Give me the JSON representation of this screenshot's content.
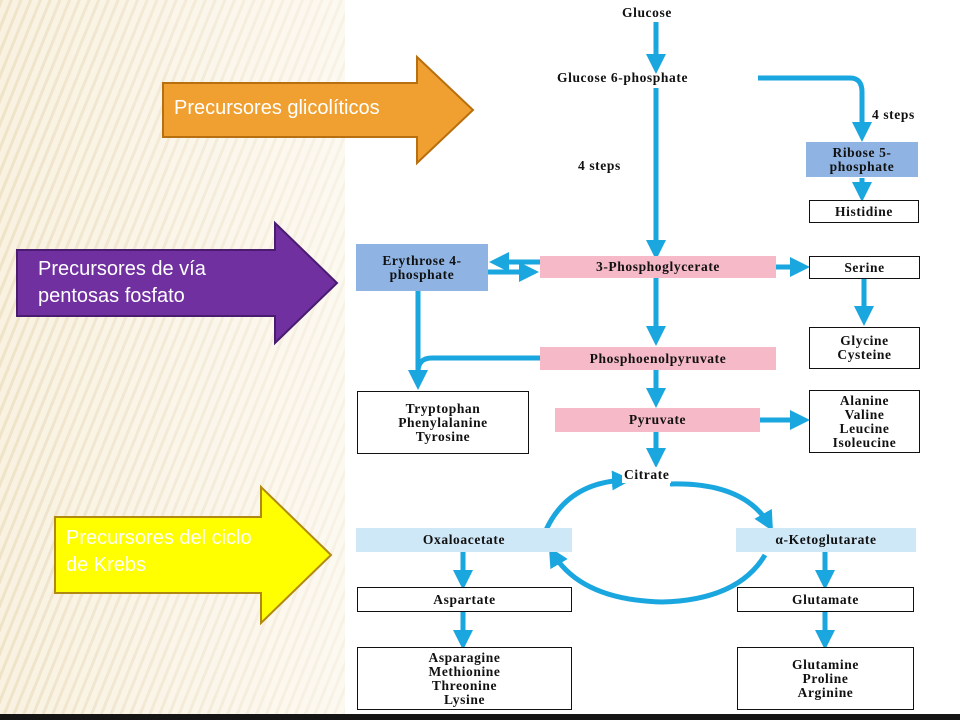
{
  "callouts": {
    "glycolytic": "Precursores glicolíticos",
    "pentose_line1": "Precursores de vía",
    "pentose_line2": "pentosas fosfato",
    "krebs_line1": "Precursores del ciclo",
    "krebs_line2": "de Krebs"
  },
  "colors": {
    "flow_arrow": "#1aa6df",
    "glycolytic_callout": "#f0a030",
    "pentose_callout": "#7030a0",
    "krebs_callout": "#ffff00",
    "glycolytic_node": "#f6b9c8",
    "pentose_node": "#8fb4e3",
    "krebs_node": "#cfe8f8"
  },
  "labels": {
    "glucose": "Glucose",
    "glucose_6_phosphate": "Glucose 6-phosphate",
    "steps_right": "4 steps",
    "steps_center": "4 steps",
    "citrate": "Citrate"
  },
  "nodes": {
    "ribose_5_phosphate": [
      "Ribose 5-",
      "phosphate"
    ],
    "histidine": [
      "Histidine"
    ],
    "erythrose_4_phosphate": [
      "Erythrose 4-",
      "phosphate"
    ],
    "phosphoglycerate": [
      "3-Phosphoglycerate"
    ],
    "serine": [
      "Serine"
    ],
    "glycine_cysteine": [
      "Glycine",
      "Cysteine"
    ],
    "phosphoenolpyruvate": [
      "Phosphoenolpyruvate"
    ],
    "aromatic_products": [
      "Tryptophan",
      "Phenylalanine",
      "Tyrosine"
    ],
    "pyruvate": [
      "Pyruvate"
    ],
    "pyruvate_products": [
      "Alanine",
      "Valine",
      "Leucine",
      "Isoleucine"
    ],
    "oxaloacetate": [
      "Oxaloacetate"
    ],
    "ketoglutarate": [
      "α-Ketoglutarate"
    ],
    "aspartate": [
      "Aspartate"
    ],
    "glutamate": [
      "Glutamate"
    ],
    "aspartate_products": [
      "Asparagine",
      "Methionine",
      "Threonine",
      "Lysine"
    ],
    "glutamate_products": [
      "Glutamine",
      "Proline",
      "Arginine"
    ]
  }
}
